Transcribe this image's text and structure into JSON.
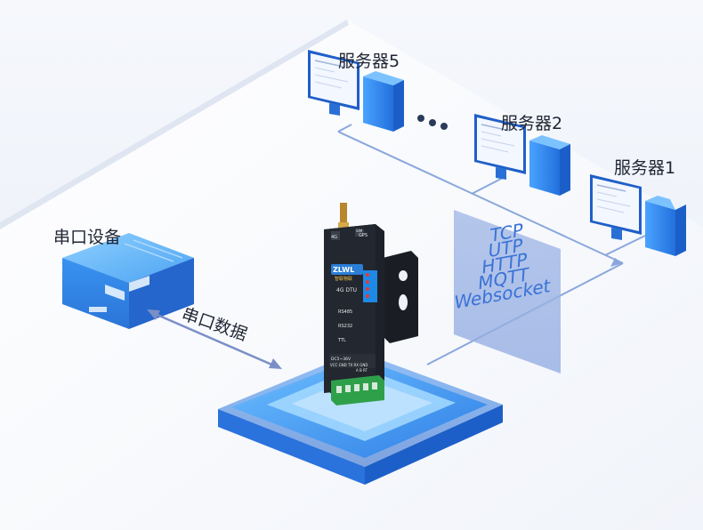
{
  "labels": {
    "serial_device": "串口设备",
    "serial_data": "串口数据",
    "server5": "服务器5",
    "server2": "服务器2",
    "server1": "服务器1"
  },
  "protocols": [
    "TCP",
    "UTP",
    "HTTP",
    "MQTT",
    "Websocket"
  ],
  "device": {
    "brand": "ZLWL",
    "brand_sub": "智联物联",
    "model": "4G DTU",
    "antenna_left": "4G",
    "antenna_right": "GPS",
    "sim": "SIM",
    "rs485_title": "RS485",
    "rs232_title": "RS232",
    "ttl_title": "TTL",
    "power": "DC5~36V",
    "terminal_labels": "VCC GND  TX  RX  GND",
    "terminal_sub": "A   B   RT"
  },
  "colors": {
    "accent_blue": "#2b7be0",
    "panel_blue": "#8ea9e0",
    "device_body": "#1d2129",
    "terminal_green": "#2fa04a",
    "line_blue": "#8aa7dc"
  }
}
